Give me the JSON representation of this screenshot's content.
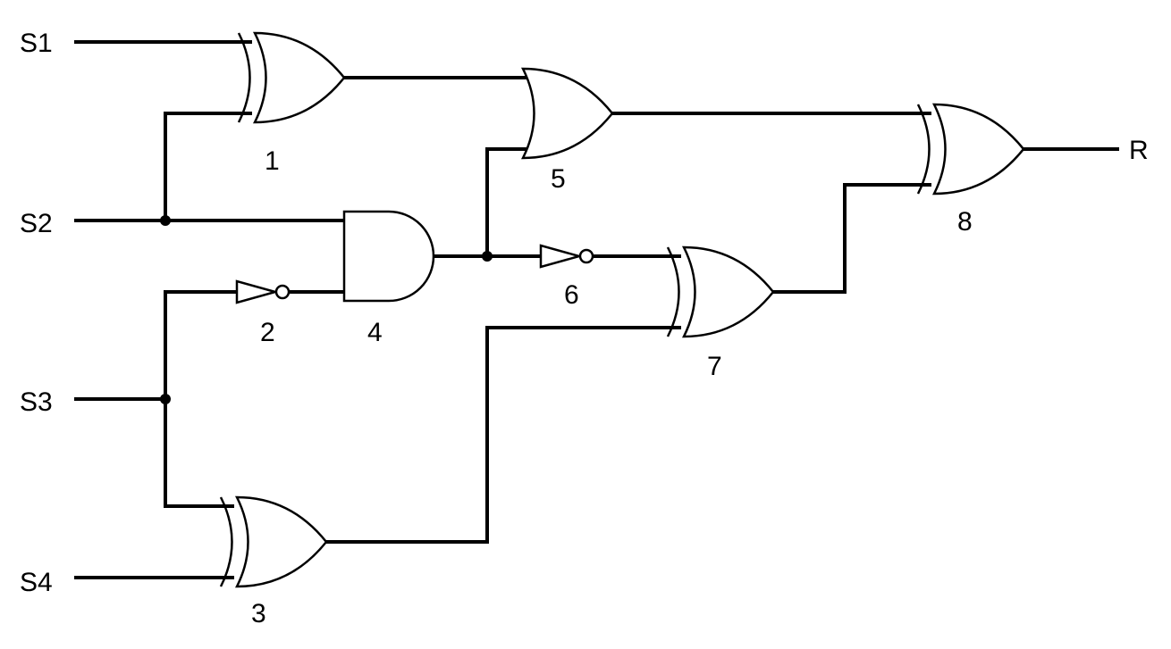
{
  "diagram": {
    "type": "logic-circuit",
    "inputs": [
      "S1",
      "S2",
      "S3",
      "S4"
    ],
    "output": "R",
    "gates": [
      {
        "label": "1",
        "type": "XOR",
        "inputs": [
          "S1",
          "S2"
        ]
      },
      {
        "label": "2",
        "type": "NOT",
        "inputs": [
          "S3"
        ]
      },
      {
        "label": "3",
        "type": "XOR",
        "inputs": [
          "S3",
          "S4"
        ]
      },
      {
        "label": "4",
        "type": "AND",
        "inputs": [
          "S2",
          "2"
        ]
      },
      {
        "label": "5",
        "type": "OR",
        "inputs": [
          "1",
          "4"
        ]
      },
      {
        "label": "6",
        "type": "NOT",
        "inputs": [
          "4"
        ]
      },
      {
        "label": "7",
        "type": "XOR",
        "inputs": [
          "6",
          "3"
        ]
      },
      {
        "label": "8",
        "type": "XOR",
        "inputs": [
          "5",
          "7"
        ]
      }
    ]
  }
}
